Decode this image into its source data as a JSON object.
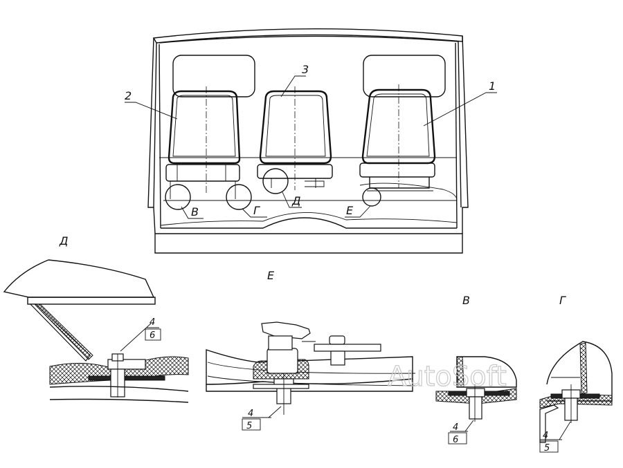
{
  "labels": {
    "seat_right": "1",
    "seat_left": "2",
    "seat_center": "3",
    "callout_v": "В",
    "callout_g": "Г",
    "callout_d": "Д",
    "callout_e": "Е"
  },
  "details": {
    "d": {
      "title": "Д",
      "item_top": "4",
      "item_bottom": "6"
    },
    "e": {
      "title": "Е",
      "item_top": "4",
      "item_bottom": "5"
    },
    "v": {
      "title": "В",
      "item_top": "4",
      "item_bottom": "6"
    },
    "g": {
      "title": "Г",
      "item_top": "4",
      "item_bottom": "5"
    }
  },
  "watermark": "AutoSoft"
}
